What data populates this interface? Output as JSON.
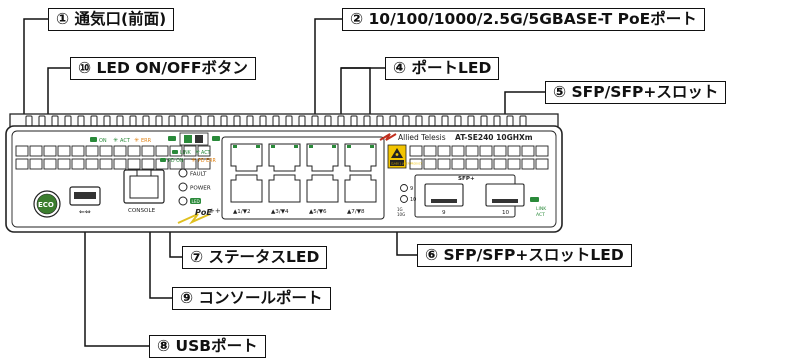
{
  "callouts": {
    "c1": "① 通気口(前面)",
    "c2": "② 10/100/1000/2.5G/5GBASE-T PoEポート",
    "c4": "④ ポートLED",
    "c5": "⑤ SFP/SFP+スロット",
    "c6": "⑥ SFP/SFP+スロットLED",
    "c7": "⑦ ステータスLED",
    "c8": "⑧ USBポート",
    "c9": "⑨ コンソールポート",
    "c10": "⑩ LED ON/OFFボタン"
  },
  "device": {
    "brand": "Allied Telesis",
    "model": "AT-SE240 10GHXm",
    "eco_label": "ECO",
    "led_on": "ON",
    "led_act": "ACT",
    "led_err": "ERR",
    "led_link": "LINK",
    "led_act2": "ACT",
    "led_pd_on": "PD ON",
    "led_pd_err": "PD ERR",
    "status_fault": "FAULT",
    "status_power": "POWER",
    "status_led": "LED",
    "console_label": "CONSOLE",
    "poe_label": "PoE",
    "poe_plus": "++",
    "port_labels": [
      "▲1/▼2",
      "▲3/▼4",
      "▲5/▼6",
      "▲7/▼8"
    ],
    "sfp_label": "SFP+",
    "sfp_ports": [
      "9",
      "10"
    ],
    "sfp_led_9": "9",
    "sfp_led_10": "10",
    "sfp_speed_1": "1G",
    "sfp_speed_10": "10G",
    "sfp_led_link": "LINK",
    "sfp_led_act": "ACT",
    "warning_text": "CLASS 1 LASER PRODUCT"
  }
}
